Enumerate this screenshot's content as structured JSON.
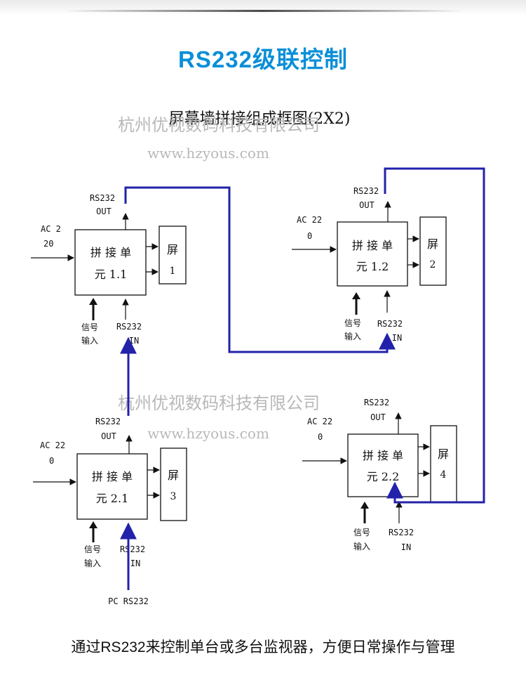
{
  "title": "RS232级联控制",
  "title_color": "#0a8fd8",
  "diagram_title": "屏幕墙拼接组成框图(2X2)",
  "watermark": {
    "company": "杭州优视数码科技有限公司",
    "url": "www.hzyous.com"
  },
  "units": [
    {
      "id": "1.1",
      "text_line1": "拼 接 单",
      "text_line2": "元  1.1",
      "ac_line1": "AC 2",
      "ac_line2": "20",
      "screen_line1": "屏",
      "screen_line2": "1"
    },
    {
      "id": "1.2",
      "text_line1": "拼 接 单",
      "text_line2": "元  1.2",
      "ac_line1": "AC 22",
      "ac_line2": "0",
      "screen_line1": "屏",
      "screen_line2": "2"
    },
    {
      "id": "2.1",
      "text_line1": "拼 接 单",
      "text_line2": "元  2.1",
      "ac_line1": "AC 22",
      "ac_line2": "0",
      "screen_line1": "屏",
      "screen_line2": "3"
    },
    {
      "id": "2.2",
      "text_line1": "拼 接 单",
      "text_line2": "元  2.2",
      "ac_line1": "AC 22",
      "ac_line2": "0",
      "screen_line1": "屏",
      "screen_line2": "4"
    }
  ],
  "port_labels": {
    "out_line1": "RS232",
    "out_line2": "OUT",
    "in_line1": "RS232",
    "in_line2": "IN",
    "signal_line1": "信号",
    "signal_line2": "输入"
  },
  "pc_label": "PC RS232",
  "link_color": "#2222aa",
  "caption": "通过RS232来控制单台或多台监视器，方便日常操作与管理"
}
